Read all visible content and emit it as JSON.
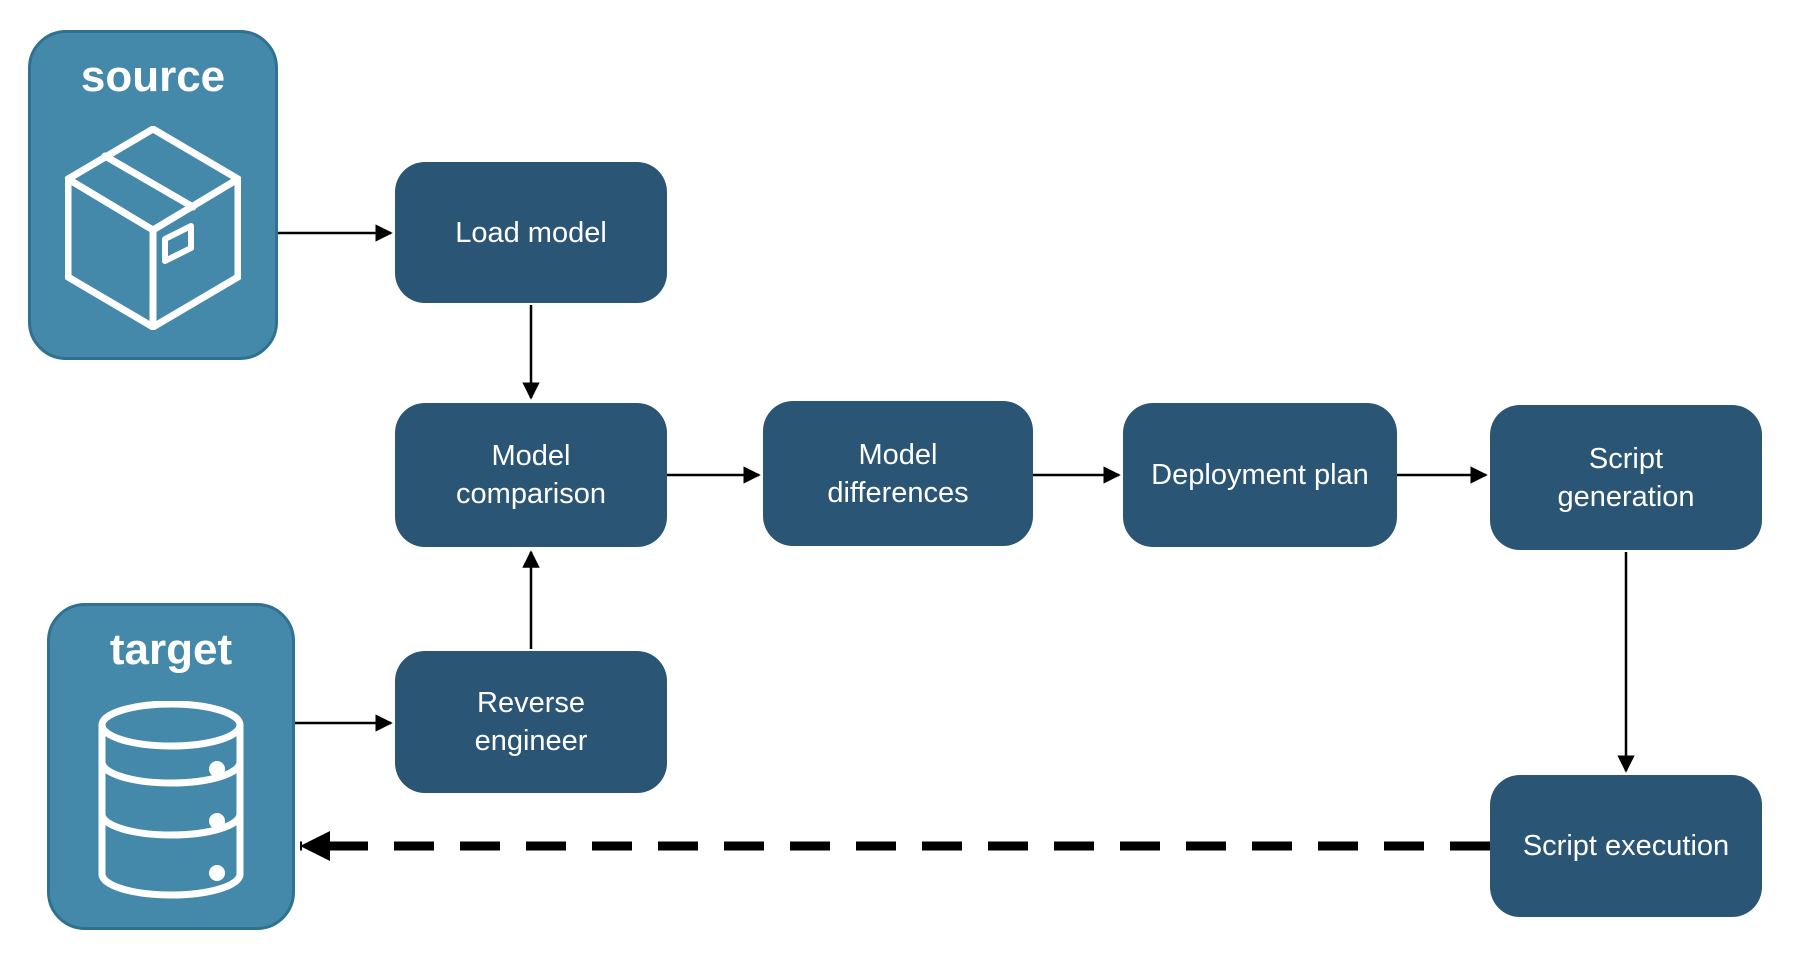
{
  "diagram": {
    "endpoints": [
      {
        "id": "source",
        "label": "source",
        "icon": "package-icon"
      },
      {
        "id": "target",
        "label": "target",
        "icon": "database-icon"
      }
    ],
    "steps": [
      {
        "id": "load-model",
        "label": "Load model"
      },
      {
        "id": "model-comparison",
        "label": "Model comparison"
      },
      {
        "id": "model-differences",
        "label": "Model differences"
      },
      {
        "id": "deployment-plan",
        "label": "Deployment plan"
      },
      {
        "id": "script-generation",
        "label": "Script generation"
      },
      {
        "id": "reverse-engineer",
        "label": "Reverse engineer"
      },
      {
        "id": "script-execution",
        "label": "Script execution"
      }
    ],
    "edges": [
      {
        "from": "source",
        "to": "Load model",
        "style": "solid"
      },
      {
        "from": "Load model",
        "to": "Model comparison",
        "style": "solid"
      },
      {
        "from": "target",
        "to": "Reverse engineer",
        "style": "solid"
      },
      {
        "from": "Reverse engineer",
        "to": "Model comparison",
        "style": "solid"
      },
      {
        "from": "Model comparison",
        "to": "Model differences",
        "style": "solid"
      },
      {
        "from": "Model differences",
        "to": "Deployment plan",
        "style": "solid"
      },
      {
        "from": "Deployment plan",
        "to": "Script generation",
        "style": "solid"
      },
      {
        "from": "Script generation",
        "to": "Script execution",
        "style": "solid"
      },
      {
        "from": "Script execution",
        "to": "target",
        "style": "dashed"
      }
    ],
    "colors": {
      "step_fill": "#2B5574",
      "endpoint_fill": "#4589AA",
      "endpoint_border": "#2F7190",
      "arrow": "#000000",
      "label_text": "#FFFFFF",
      "background": "#FFFFFF"
    }
  }
}
